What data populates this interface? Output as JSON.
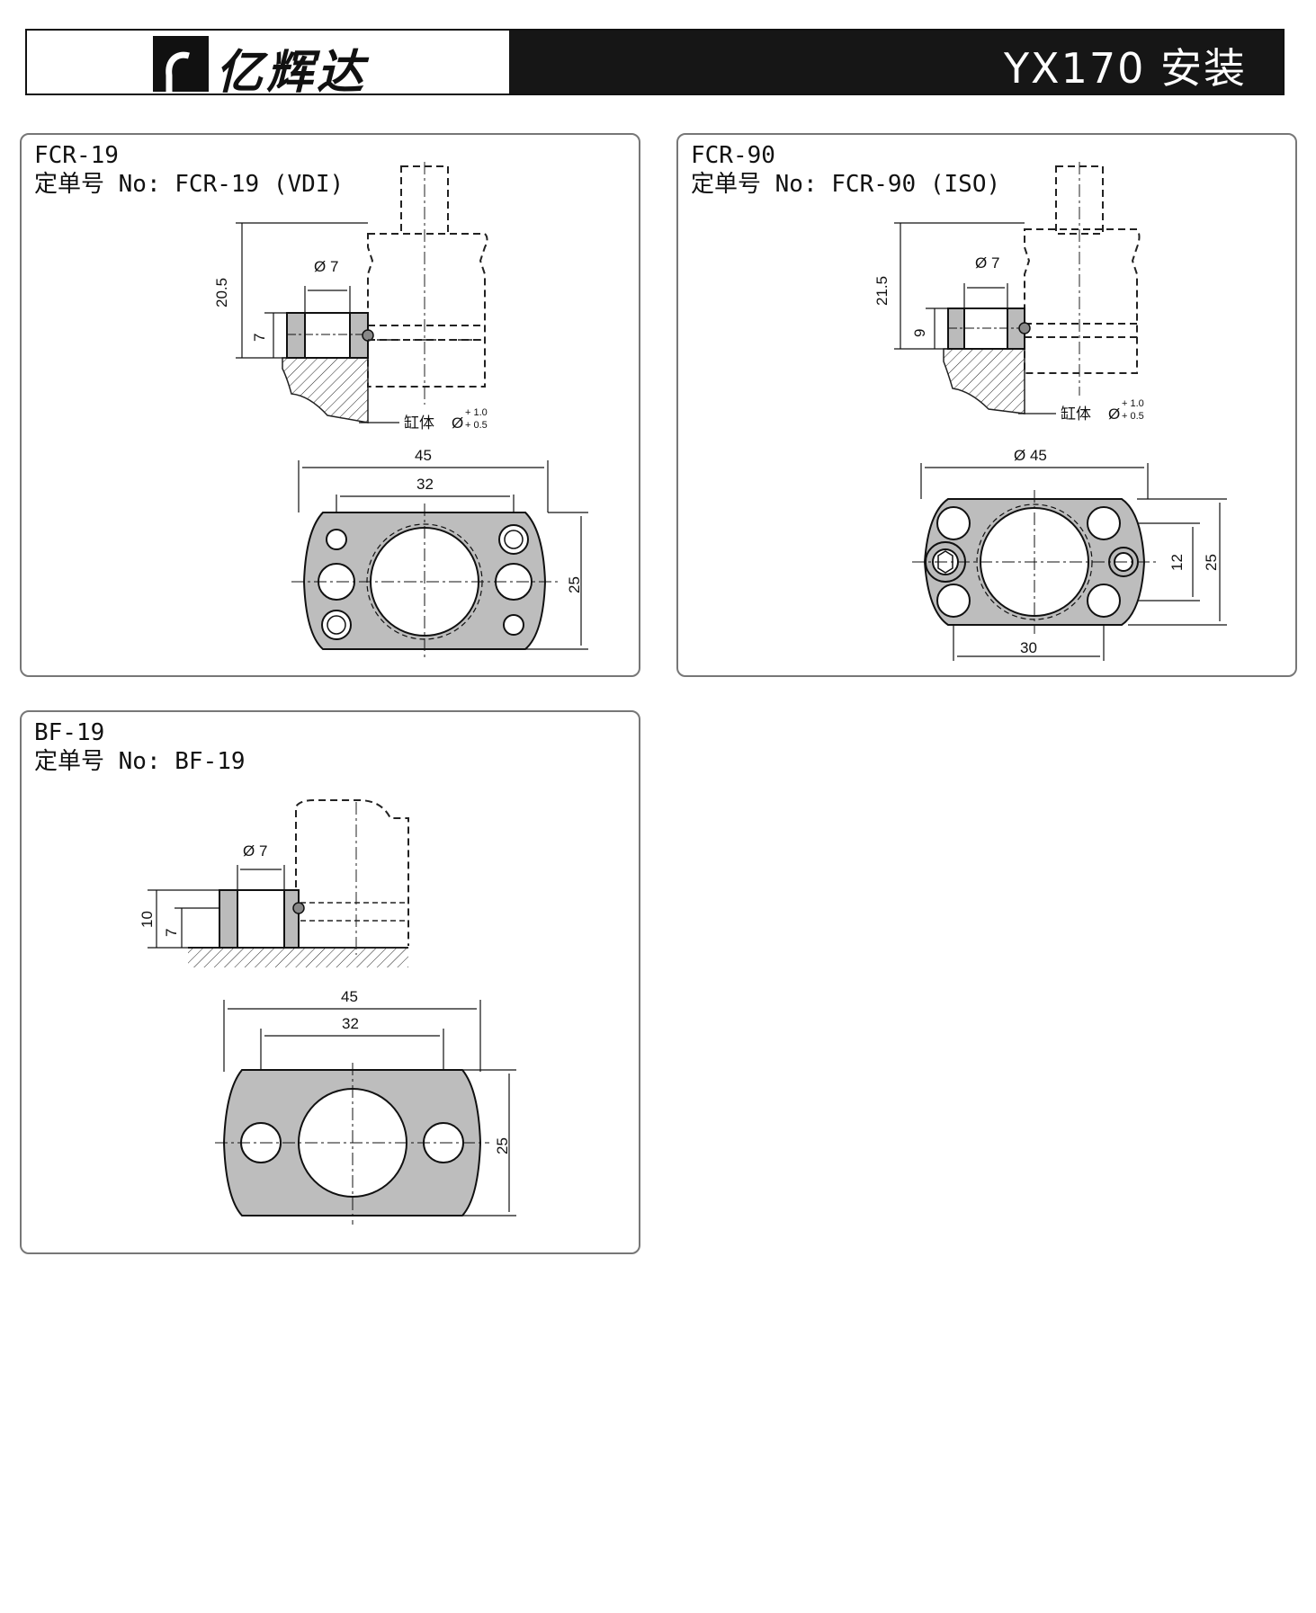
{
  "header": {
    "logo_text": "亿辉达",
    "title": "YX170 安装"
  },
  "panels": [
    {
      "name": "FCR-19",
      "order_prefix": "定单号 No: ",
      "order_value": "FCR-19 (VDI)",
      "dims": {
        "height": "20.5",
        "thickness": "7",
        "bore": "Ø 7",
        "body_label": "缸体",
        "body_dia": "Ø",
        "tol_upper": "+ 1.0",
        "tol_lower": "+ 0.5",
        "width": "45",
        "pitch": "32",
        "plate_h": "25"
      }
    },
    {
      "name": "FCR-90",
      "order_prefix": "定单号 No: ",
      "order_value": "FCR-90 (ISO)",
      "dims": {
        "height": "21.5",
        "thickness": "9",
        "bore": "Ø 7",
        "body_label": "缸体",
        "body_dia": "Ø",
        "tol_upper": "+ 1.0",
        "tol_lower": "+ 0.5",
        "width": "Ø 45",
        "pitch_v": "12",
        "plate_h": "25",
        "pitch_h": "30"
      }
    },
    {
      "name": "BF-19",
      "order_prefix": "定单号 No: ",
      "order_value": "BF-19",
      "dims": {
        "height": "10",
        "thickness": "7",
        "bore": "Ø 7",
        "width": "45",
        "pitch": "32",
        "plate_h": "25"
      }
    }
  ],
  "colors": {
    "plate_fill": "#bdbdbd",
    "line": "#111111",
    "header_bg": "#161616"
  }
}
